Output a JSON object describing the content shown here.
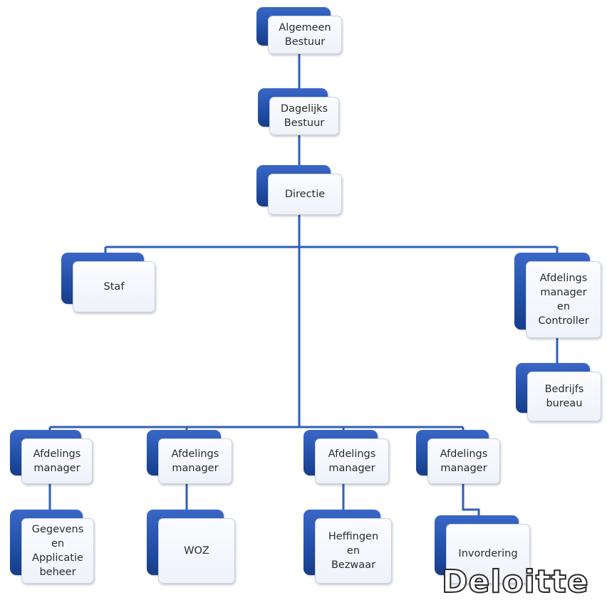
{
  "nodes": {
    "algemeen_bestuur": "Algemeen\nBestuur",
    "dagelijks_bestuur": "Dagelijks\nBestuur",
    "directie": "Directie",
    "staf": "Staf",
    "afdelingsmanager_controller": "Afdelings\nmanager\nen\nController",
    "bedrijfsbureau": "Bedrijfs\nbureau",
    "afdelingsmanager_1": "Afdelings\nmanager",
    "afdelingsmanager_2": "Afdelings\nmanager",
    "afdelingsmanager_3": "Afdelings\nmanager",
    "afdelingsmanager_4": "Afdelings\nmanager",
    "gegevens_applicatiebeheer": "Gegevens\nen\nApplicatie\nbeheer",
    "woz": "WOZ",
    "heffingen_bezwaar": "Heffingen\nen\nBezwaar",
    "invordering": "Invordering"
  },
  "watermark": "Deloitte",
  "colors": {
    "box_back": "#2350a8",
    "box_face": "#f3f6fc",
    "connector": "#2f5fb8",
    "text": "#2b2b2b"
  }
}
